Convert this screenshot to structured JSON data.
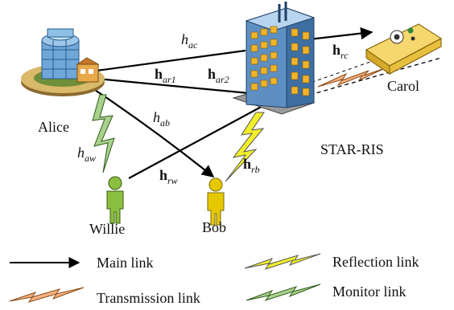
{
  "nodes": {
    "alice": "Alice",
    "star_ris": "STAR-RIS",
    "carol": "Carol",
    "willie": "Willie",
    "bob": "Bob"
  },
  "channels": {
    "h_ac": {
      "base": "h",
      "sub": "ac"
    },
    "h_ar1": {
      "base": "h",
      "sub": "ar1"
    },
    "h_ar2": {
      "base": "h",
      "sub": "ar2"
    },
    "h_rc": {
      "base": "h",
      "sub": "rc"
    },
    "h_ab": {
      "base": "h",
      "sub": "ab"
    },
    "h_aw": {
      "base": "h",
      "sub": "aw"
    },
    "h_rw": {
      "base": "h",
      "sub": "rw"
    },
    "h_rb": {
      "base": "h",
      "sub": "rb"
    }
  },
  "legend": {
    "main_link": "Main link",
    "reflection_link": "Reflection link",
    "transmission_link": "Transmission link",
    "monitor_link": "Monitor link"
  },
  "colors": {
    "reflection": "#f2ef2a",
    "transmission": "#f4b183",
    "monitor": "#a9d18e",
    "user": "#e6c800",
    "willie": "#8bbf3f"
  }
}
